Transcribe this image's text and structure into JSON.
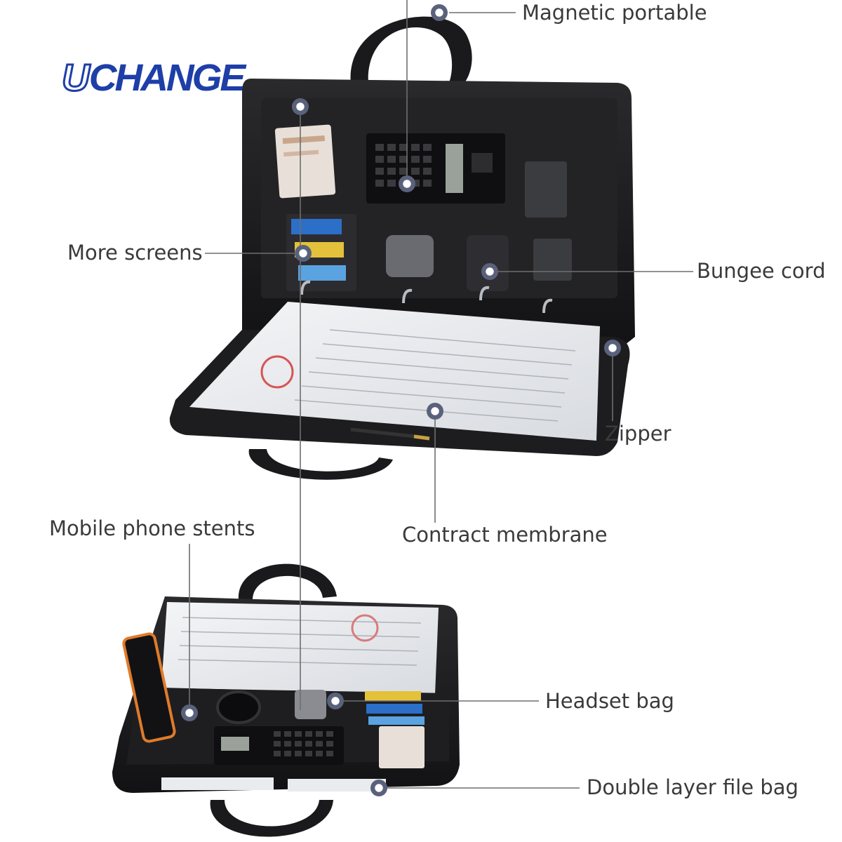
{
  "brand": {
    "logo_text": "UCHANGE"
  },
  "callouts": [
    "Magnetic portable",
    "More screens",
    "Bungee cord",
    "Zipper",
    "Contract membrane",
    "Mobile phone stents",
    "Headset bag",
    "Double layer file bag"
  ],
  "colors": {
    "brand": "#1e3fa8",
    "leather": "#1b1b1d",
    "leather_edge": "#2e2e31",
    "paper": "#eef0f2",
    "callout_dot": "#5a6378",
    "line": "#6e6e6e",
    "text": "#3a3a3a"
  }
}
